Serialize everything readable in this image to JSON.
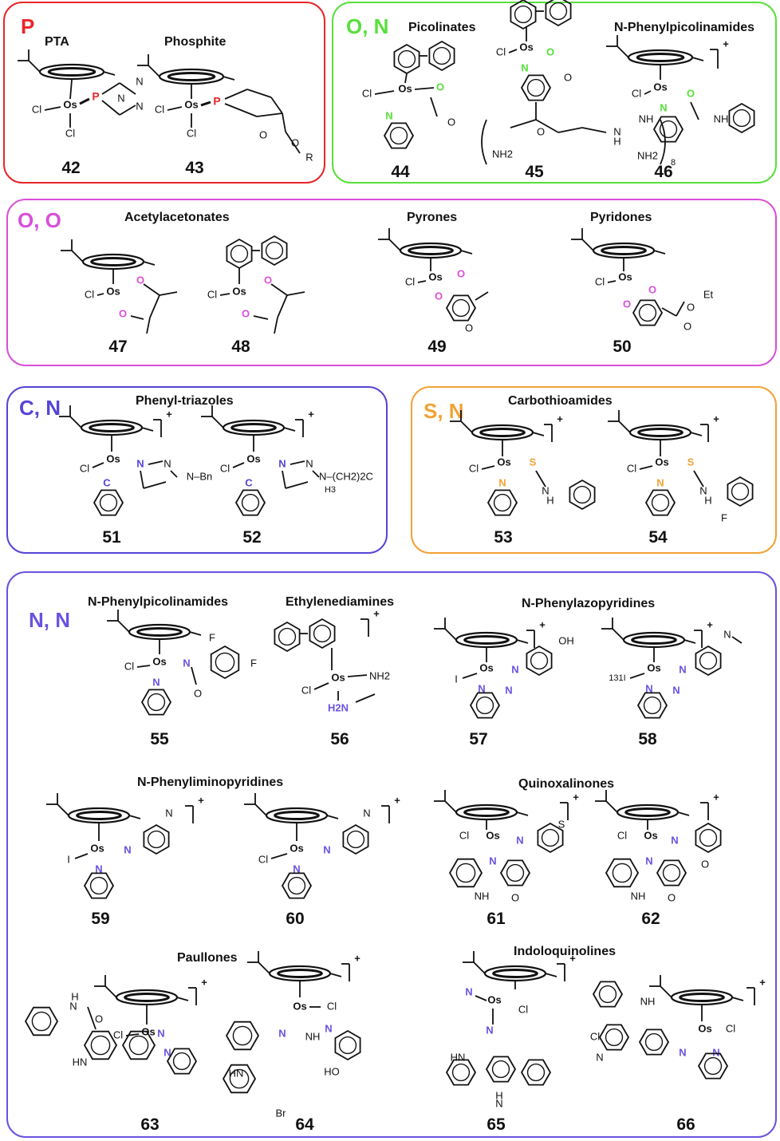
{
  "panels": {
    "p": {
      "label": "P",
      "color": "#e8262a",
      "sublabels": {
        "pta": "PTA",
        "phosphite": "Phosphite"
      },
      "compounds": [
        "42",
        "43"
      ]
    },
    "on": {
      "label": "O, N",
      "color": "#57e03a",
      "sublabels": {
        "picolinates": "Picolinates",
        "phenylpicolinamides": "N-Phenylpicolinamides"
      },
      "compounds": [
        "44",
        "45",
        "46"
      ]
    },
    "oo": {
      "label": "O, O",
      "color": "#d94fd9",
      "sublabels": {
        "acac": "Acetylacetonates",
        "pyrones": "Pyrones",
        "pyridones": "Pyridones"
      },
      "compounds": [
        "47",
        "48",
        "49",
        "50"
      ]
    },
    "cn": {
      "label": "C, N",
      "color": "#5545d6",
      "sublabels": {
        "triazoles": "Phenyl-triazoles"
      },
      "compounds": [
        "51",
        "52"
      ]
    },
    "sn": {
      "label": "S, N",
      "color": "#f2a235",
      "sublabels": {
        "carbothioamides": "Carbothioamides"
      },
      "compounds": [
        "53",
        "54"
      ]
    },
    "nn": {
      "label": "N, N",
      "color": "#6a52e0",
      "sublabels": {
        "phenylpicolinamides": "N-Phenylpicolinamides",
        "ethylenediamines": "Ethylenediamines",
        "azopyridines": "N-Phenylazopyridines",
        "iminopyridines": "N-Phenyliminopyridines",
        "quinoxalinones": "Quinoxalinones",
        "paullones": "Paullones",
        "indoloquinolines": "Indoloquinolines"
      },
      "compounds": [
        "55",
        "56",
        "57",
        "58",
        "59",
        "60",
        "61",
        "62",
        "63",
        "64",
        "65",
        "66"
      ]
    }
  },
  "atoms": {
    "os": "Os",
    "cl": "Cl",
    "i": "I",
    "i131": "131I",
    "p": "P",
    "n": "N",
    "o": "O",
    "s": "S",
    "c": "C",
    "nh": "NH",
    "hn": "HN",
    "h": "H",
    "f": "F",
    "br": "Br",
    "oh": "OH",
    "ho": "HO",
    "nh2": "NH2",
    "h2n": "H2N",
    "bn": "N–Bn",
    "et": "Et",
    "r": "R",
    "ch2c": "N–(CH2)2C",
    "h3": "H3",
    "plus": "+",
    "eight": "8"
  }
}
